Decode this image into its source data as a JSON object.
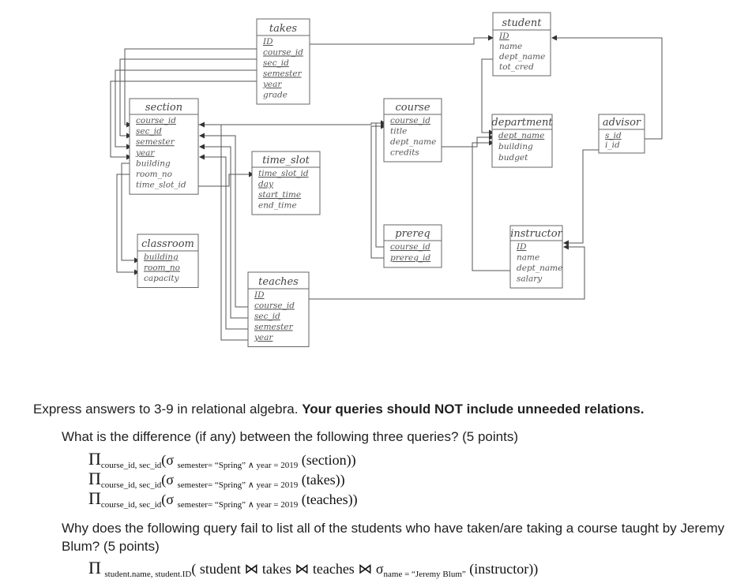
{
  "schema": {
    "tables": [
      {
        "name": "takes",
        "attrs": [
          {
            "t": "ID",
            "key": true
          },
          {
            "t": "course_id",
            "key": true
          },
          {
            "t": "sec_id",
            "key": true
          },
          {
            "t": "semester",
            "key": true
          },
          {
            "t": "year",
            "key": true
          },
          {
            "t": "grade",
            "key": false
          }
        ]
      },
      {
        "name": "student",
        "attrs": [
          {
            "t": "ID",
            "key": true
          },
          {
            "t": "name",
            "key": false
          },
          {
            "t": "dept_name",
            "key": false
          },
          {
            "t": "tot_cred",
            "key": false
          }
        ]
      },
      {
        "name": "section",
        "attrs": [
          {
            "t": "course_id",
            "key": true
          },
          {
            "t": "sec_id",
            "key": true
          },
          {
            "t": "semester",
            "key": true
          },
          {
            "t": "year",
            "key": true
          },
          {
            "t": "building",
            "key": false
          },
          {
            "t": "room_no",
            "key": false
          },
          {
            "t": "time_slot_id",
            "key": false
          }
        ]
      },
      {
        "name": "course",
        "attrs": [
          {
            "t": "course_id",
            "key": true
          },
          {
            "t": "title",
            "key": false
          },
          {
            "t": "dept_name",
            "key": false
          },
          {
            "t": "credits",
            "key": false
          }
        ]
      },
      {
        "name": "department",
        "attrs": [
          {
            "t": "dept_name",
            "key": true
          },
          {
            "t": "building",
            "key": false
          },
          {
            "t": "budget",
            "key": false
          }
        ]
      },
      {
        "name": "advisor",
        "attrs": [
          {
            "t": "s_id",
            "key": true
          },
          {
            "t": "i_id",
            "key": false
          }
        ]
      },
      {
        "name": "time_slot",
        "attrs": [
          {
            "t": "time_slot_id",
            "key": true
          },
          {
            "t": "day",
            "key": true
          },
          {
            "t": "start_time",
            "key": true
          },
          {
            "t": "end_time",
            "key": false
          }
        ]
      },
      {
        "name": "prereq",
        "attrs": [
          {
            "t": "course_id",
            "key": true
          },
          {
            "t": "prereq_id",
            "key": true
          }
        ]
      },
      {
        "name": "instructor",
        "attrs": [
          {
            "t": "ID",
            "key": true
          },
          {
            "t": "name",
            "key": false
          },
          {
            "t": "dept_name",
            "key": false
          },
          {
            "t": "salary",
            "key": false
          }
        ]
      },
      {
        "name": "classroom",
        "attrs": [
          {
            "t": "building",
            "key": true
          },
          {
            "t": "room_no",
            "key": true
          },
          {
            "t": "capacity",
            "key": false
          }
        ]
      },
      {
        "name": "teaches",
        "attrs": [
          {
            "t": "ID",
            "key": true
          },
          {
            "t": "course_id",
            "key": true
          },
          {
            "t": "sec_id",
            "key": true
          },
          {
            "t": "semester",
            "key": true
          },
          {
            "t": "year",
            "key": true
          }
        ]
      }
    ]
  },
  "text": {
    "intro_plain": "Express answers to 3-9 in relational algebra.  ",
    "intro_bold": "Your queries should NOT include unneeded relations.",
    "q3": "What is the difference (if any) between the following three queries? (5 points)",
    "q4": "Why does the following query fail to list all of the students who have taken/are taking a course taught by Jeremy Blum? (5 points)"
  },
  "expressions": {
    "pi": "Π",
    "sigma": "σ",
    "proj_attrs": "course_id, sec_id",
    "condition": "semester= “Spring” ∧ year = 2019",
    "rel1": "(section))",
    "rel2": "(takes))",
    "rel3": "(teaches))",
    "open_paren": "(",
    "e4_proj": "student.name, student.ID",
    "e4_body": "( student ⋈ takes ⋈ teaches ⋈ ",
    "e4_cond": "name = “Jeremy Blum”",
    "e4_tail": " (instructor))"
  }
}
